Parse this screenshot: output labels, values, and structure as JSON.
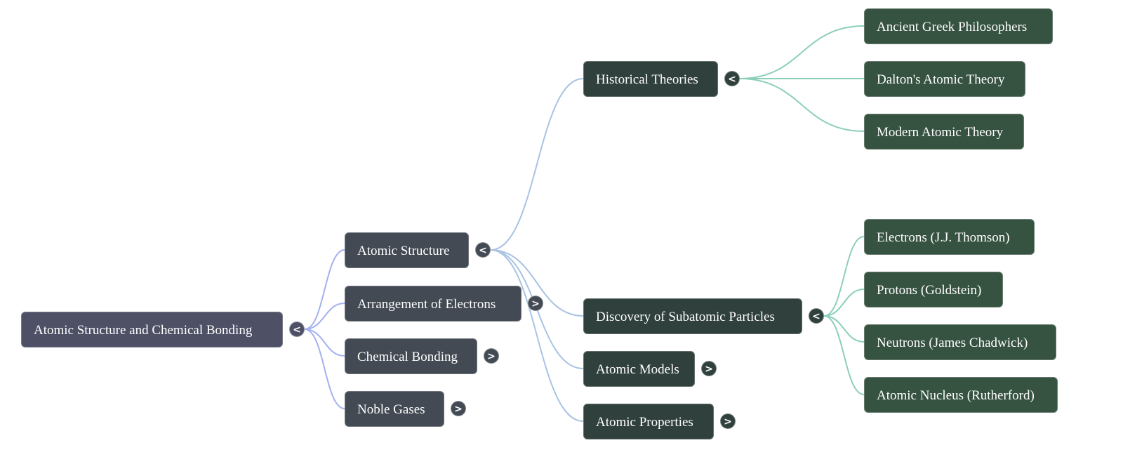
{
  "mindmap": {
    "root": {
      "label": "Atomic Structure and Chemical Bonding",
      "toggle": "<",
      "expanded": true
    },
    "level1": [
      {
        "label": "Atomic Structure",
        "toggle": "<",
        "expanded": true
      },
      {
        "label": "Arrangement of Electrons",
        "toggle": ">",
        "expanded": false
      },
      {
        "label": "Chemical Bonding",
        "toggle": ">",
        "expanded": false
      },
      {
        "label": "Noble Gases",
        "toggle": ">",
        "expanded": false
      }
    ],
    "level2": [
      {
        "label": "Historical Theories",
        "toggle": "<",
        "expanded": true,
        "parent": "Atomic Structure"
      },
      {
        "label": "Discovery of Subatomic Particles",
        "toggle": "<",
        "expanded": true,
        "parent": "Atomic Structure"
      },
      {
        "label": "Atomic Models",
        "toggle": ">",
        "expanded": false,
        "parent": "Atomic Structure"
      },
      {
        "label": "Atomic Properties",
        "toggle": ">",
        "expanded": false,
        "parent": "Atomic Structure"
      }
    ],
    "level3": [
      {
        "label": "Ancient Greek Philosophers",
        "parent": "Historical Theories"
      },
      {
        "label": "Dalton's Atomic Theory",
        "parent": "Historical Theories"
      },
      {
        "label": "Modern Atomic Theory",
        "parent": "Historical Theories"
      },
      {
        "label": "Electrons (J.J. Thomson)",
        "parent": "Discovery of Subatomic Particles"
      },
      {
        "label": "Protons (Goldstein)",
        "parent": "Discovery of Subatomic Particles"
      },
      {
        "label": "Neutrons (James Chadwick)",
        "parent": "Discovery of Subatomic Particles"
      },
      {
        "label": "Atomic Nucleus (Rutherford)",
        "parent": "Discovery of Subatomic Particles"
      }
    ],
    "colors": {
      "root": "#4e5066",
      "level1": "#434a53",
      "level2": "#30403c",
      "level3": "#365241",
      "link_root": "#a3b1f0",
      "link_level1": "#a9c3e3",
      "link_level2": "#8ccfba"
    }
  }
}
